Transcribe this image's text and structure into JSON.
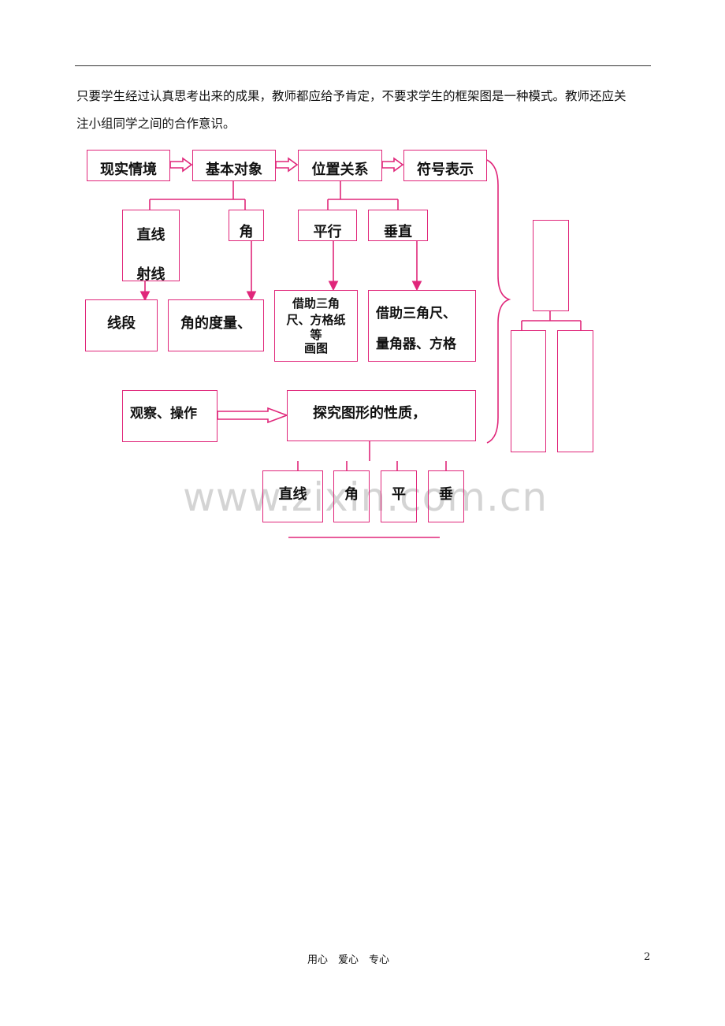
{
  "paragraph": {
    "line1": "只要学生经过认真思考出来的成果，教师都应给予肯定，不要求学生的框架图是一种模式。教师还应关",
    "line2": "注小组同学之间的合作意识。"
  },
  "diagram": {
    "top_row": [
      "现实情境",
      "基本对象",
      "位置关系",
      "符号表示"
    ],
    "zhixian": "直线",
    "shexian": "射线",
    "jiao": "角",
    "pingxing": "平行",
    "chuizhi": "垂直",
    "xianduan": "线段",
    "jiao_duliang": "角的度量、",
    "jiezhu1_l1": "借助三角",
    "jiezhu1_l2": "尺、方格纸",
    "jiezhu1_l3": "等",
    "jiezhu1_l4": "画图",
    "jiezhu2_l1": "借助三角尺、",
    "jiezhu2_l2": "量角器、方格",
    "guancha": "观察、操作",
    "tanjiu": "探究图形的性质，",
    "bottom_row": [
      "直线",
      "角",
      "平",
      "垂"
    ]
  },
  "watermark": "www.zixin.com.cn",
  "footer": {
    "slogan": "用心　爱心　专心",
    "page_number": "2"
  },
  "colors": {
    "accent": "#e0267a"
  }
}
